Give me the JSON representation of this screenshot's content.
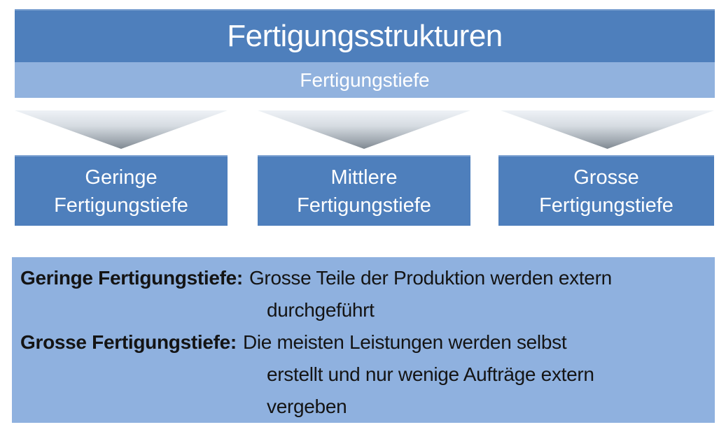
{
  "title": "Fertigungsstrukturen",
  "subtitle": "Fertigungstiefe",
  "levels": [
    {
      "line1": "Geringe",
      "line2": "Fertigungstiefe"
    },
    {
      "line1": "Mittlere",
      "line2": "Fertigungstiefe"
    },
    {
      "line1": "Grosse",
      "line2": "Fertigungstiefe"
    }
  ],
  "info_box": {
    "lines": [
      {
        "label": "Geringe Fertigungstiefe:",
        "text": "Grosse Teile der Produktion werden extern"
      },
      {
        "label": "",
        "text": "durchgeführt"
      },
      {
        "label": "Grosse Fertigungstiefe:",
        "text": "Die meisten Leistungen werden selbst"
      },
      {
        "label": "",
        "text": "erstellt und nur wenige Aufträge extern"
      },
      {
        "label": "",
        "text": "vergeben"
      }
    ]
  },
  "colors": {
    "header_blue": "#4e7fbc",
    "subbar_blue": "#91b2de",
    "info_blue": "#8fb1df",
    "arrow_gradient_top": "#eef2f6",
    "arrow_gradient_bottom": "#7f8891",
    "header_text": "#ffffff",
    "info_text": "#141414"
  }
}
